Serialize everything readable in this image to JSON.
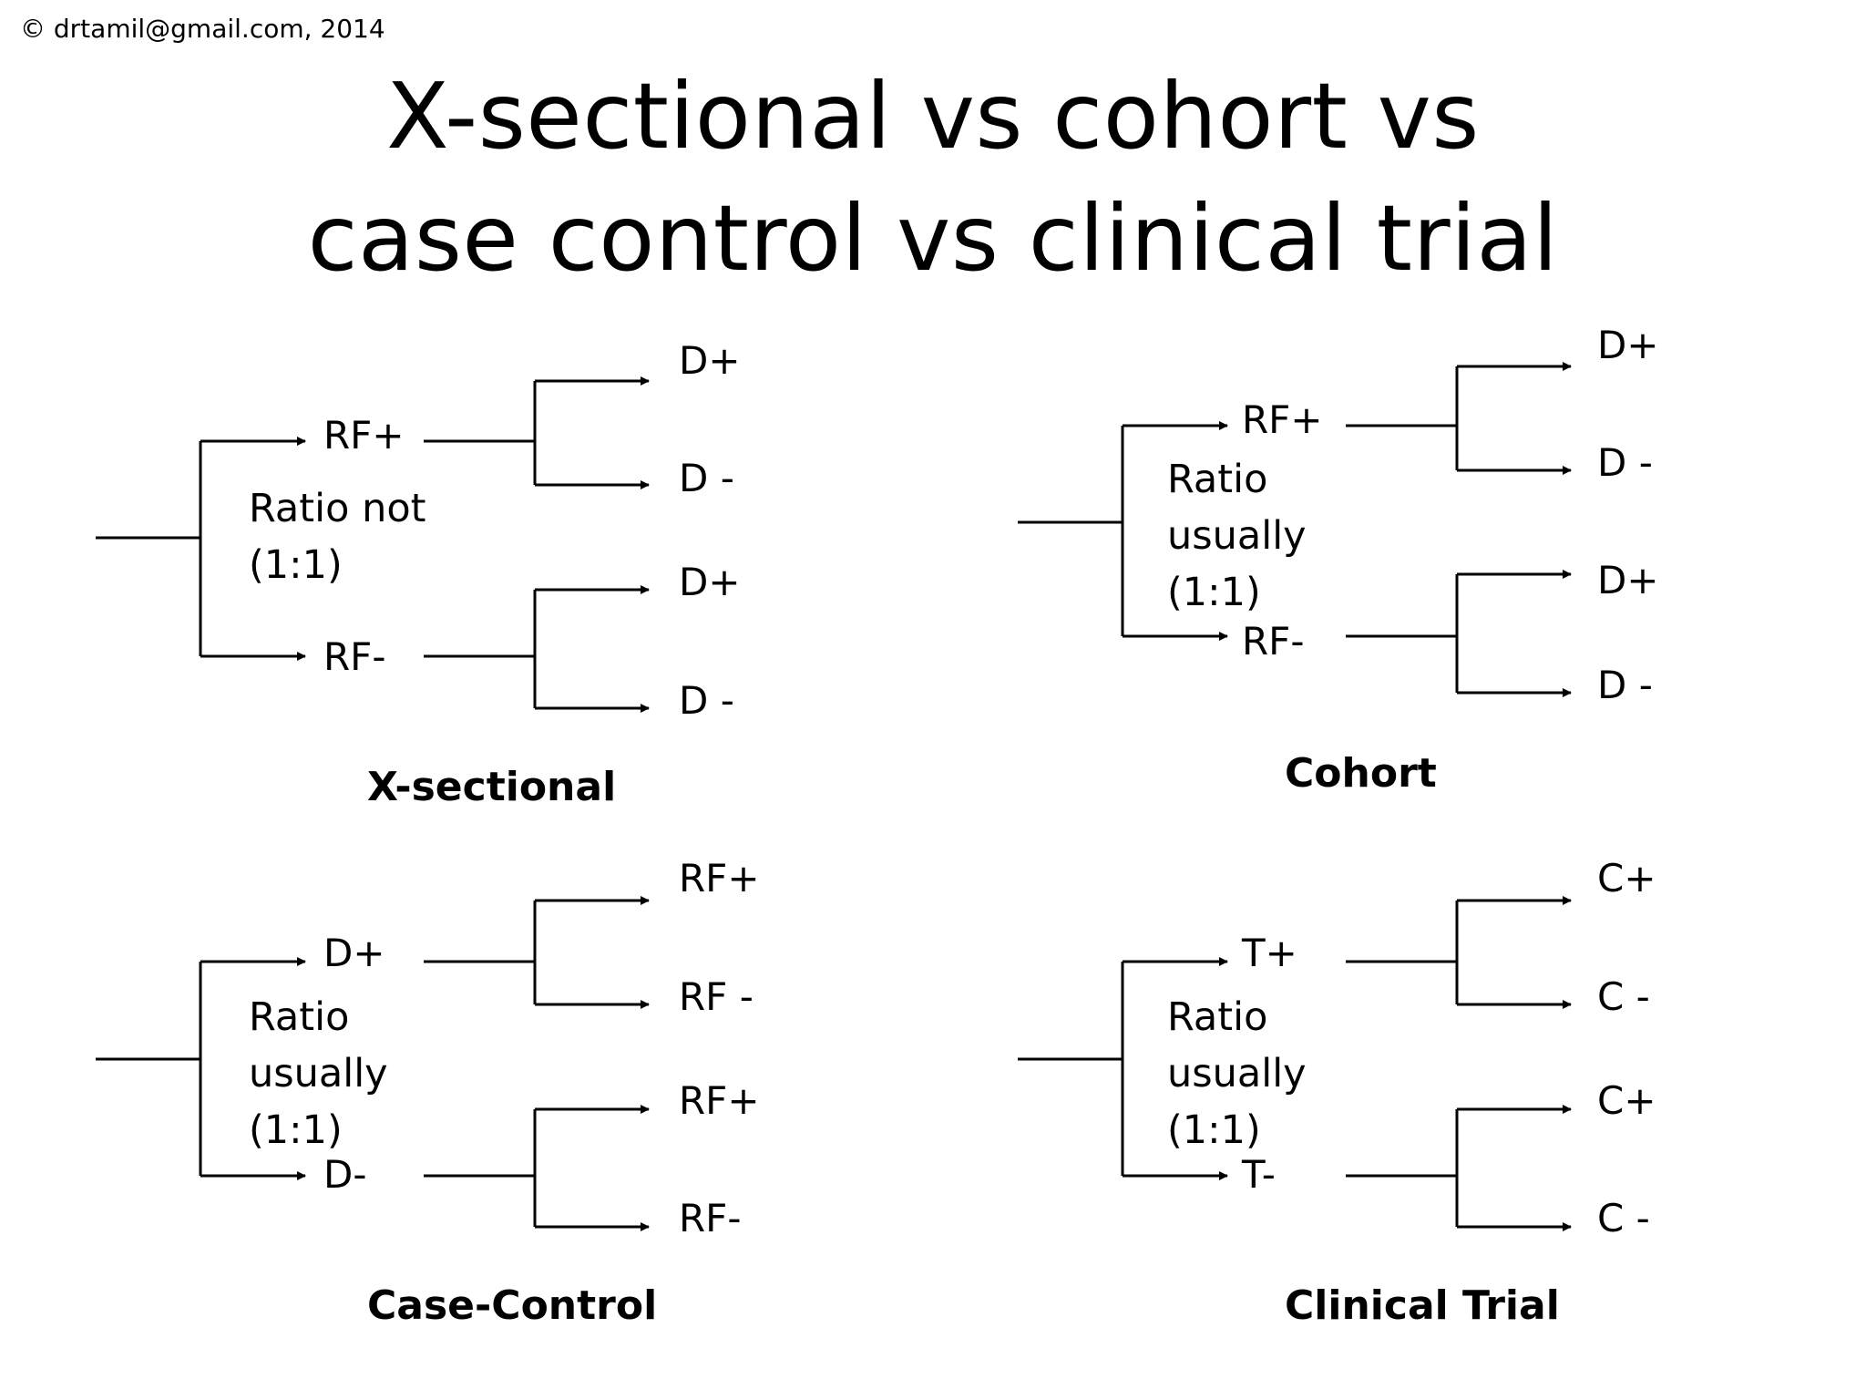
{
  "copyright": "© drtamil@gmail.com, 2014",
  "title": {
    "line1": "X-sectional vs cohort vs",
    "line2": "case control vs clinical trial"
  },
  "panels": {
    "x_sectional": {
      "caption": "X-sectional",
      "first_upper": "RF+",
      "first_lower": "RF-",
      "ratio": "Ratio not\n(1:1)",
      "outcomes": [
        "D+",
        "D -",
        "D+",
        "D -"
      ]
    },
    "cohort": {
      "caption": "Cohort",
      "first_upper": "RF+",
      "first_lower": "RF-",
      "ratio": "Ratio\nusually\n(1:1)",
      "outcomes": [
        "D+",
        "D -",
        "D+",
        "D -"
      ]
    },
    "case_control": {
      "caption": "Case-Control",
      "first_upper": "D+",
      "first_lower": "D-",
      "ratio": "Ratio\nusually\n(1:1)",
      "outcomes": [
        "RF+",
        "RF -",
        "RF+",
        "RF-"
      ]
    },
    "clinical_trial": {
      "caption": "Clinical Trial",
      "first_upper": "T+",
      "first_lower": "T-",
      "ratio": "Ratio\nusually\n(1:1)",
      "outcomes": [
        "C+",
        "C -",
        "C+",
        "C -"
      ]
    }
  }
}
